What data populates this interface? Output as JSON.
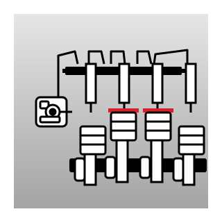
{
  "icon": {
    "name": "common-rail-diesel-injection-engine-icon",
    "colors": {
      "background_top": "#e6e6e6",
      "background_bottom": "#a4a4a4",
      "ink": "#000000",
      "body": "#ffffff",
      "highlight": "#d6212b"
    },
    "injectors_count": 4,
    "pistons_count": 4,
    "active_pistons": [
      2,
      3
    ]
  }
}
